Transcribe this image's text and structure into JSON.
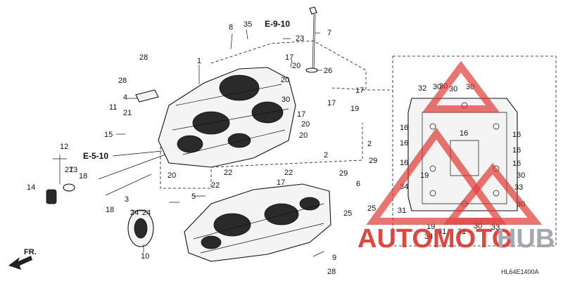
{
  "diagram_code": "HL64E1400A",
  "front_indicator": "FR.",
  "references": [
    "E-9-10",
    "E-5-10"
  ],
  "watermark": {
    "text_a": "AUTOMOTO",
    "text_b": "HUB",
    "color_a": "#e0312b",
    "color_b": "#9aa0a6"
  },
  "callouts": [
    "1",
    "2",
    "2",
    "3",
    "4",
    "5",
    "6",
    "7",
    "8",
    "9",
    "10",
    "11",
    "12",
    "13",
    "14",
    "15",
    "16",
    "16",
    "16",
    "16",
    "16",
    "16",
    "16",
    "17",
    "17",
    "17",
    "17",
    "17",
    "18",
    "18",
    "19",
    "19",
    "19",
    "20",
    "20",
    "20",
    "20",
    "20",
    "21",
    "22",
    "22",
    "22",
    "23",
    "24",
    "24",
    "25",
    "25",
    "26",
    "27",
    "28",
    "28",
    "28",
    "29",
    "29",
    "30",
    "30",
    "30",
    "30",
    "30",
    "30",
    "30",
    "30",
    "31",
    "31",
    "31",
    "32",
    "33",
    "33",
    "34",
    "34",
    "35"
  ]
}
